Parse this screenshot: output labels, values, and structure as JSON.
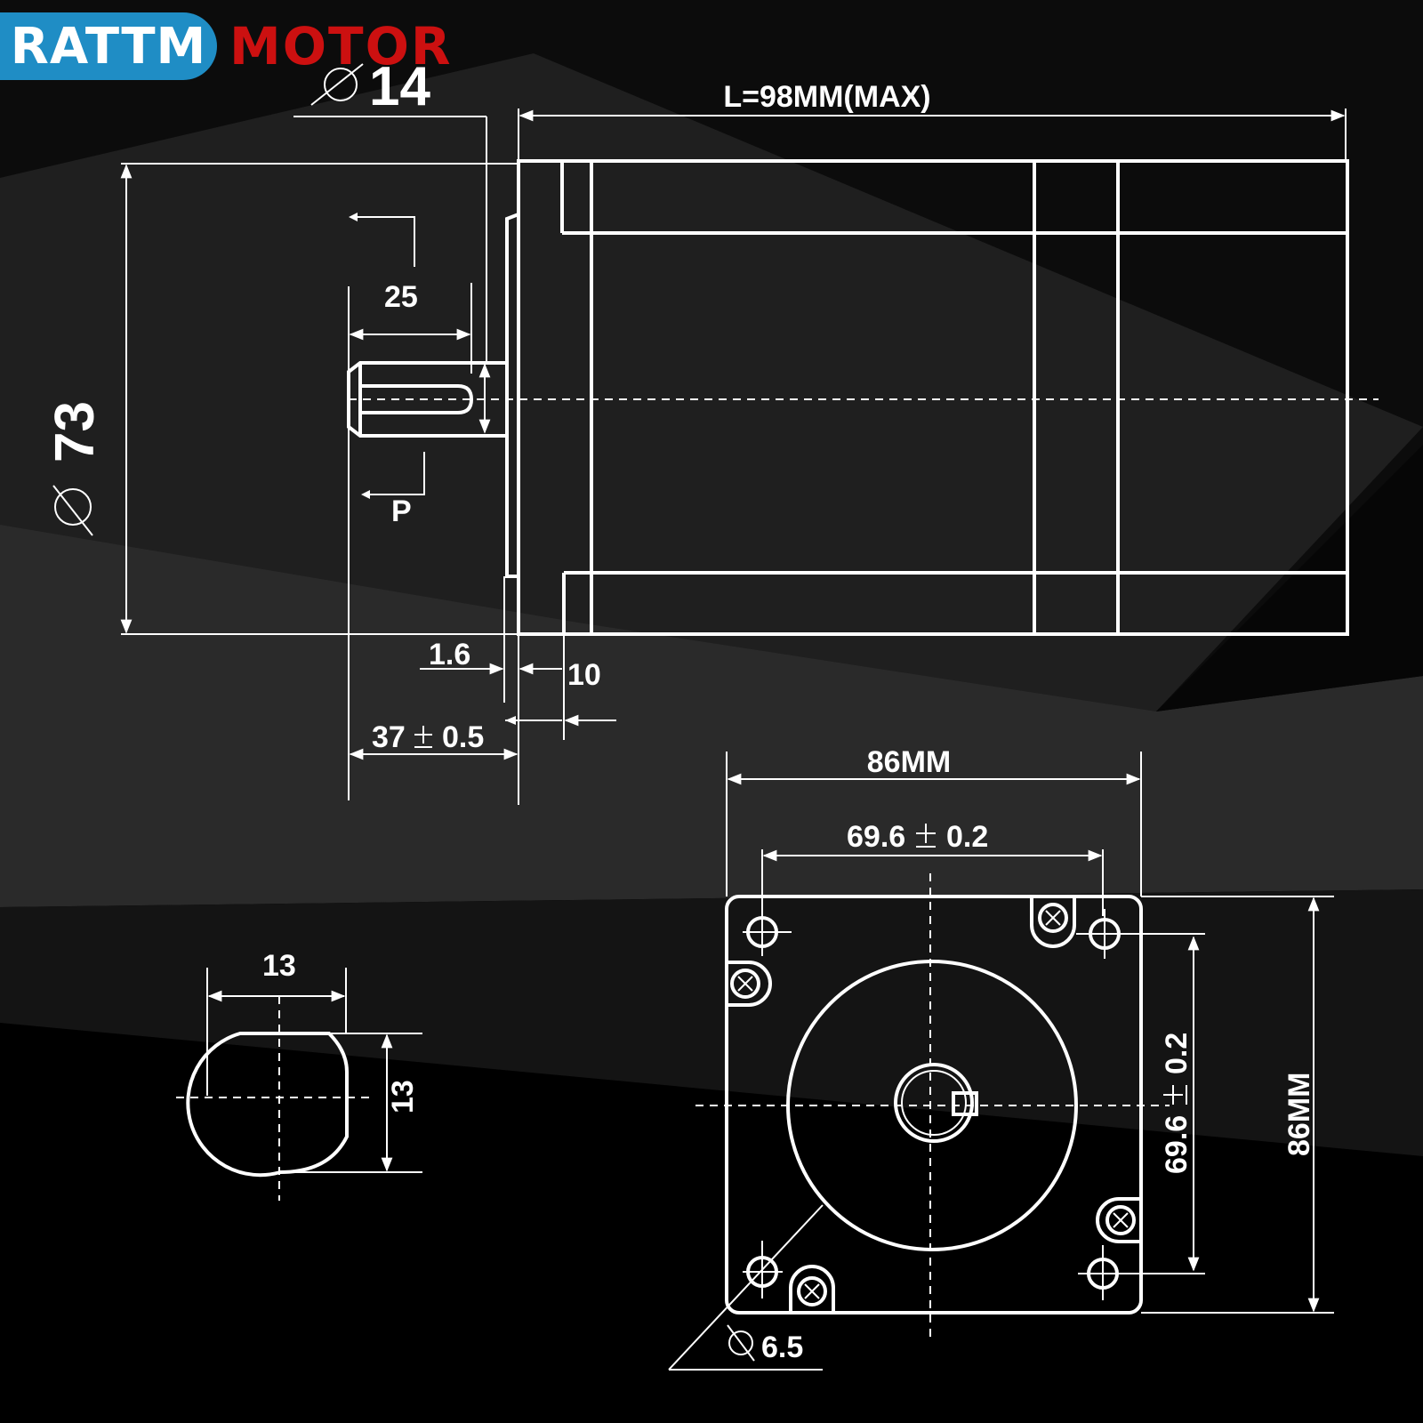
{
  "brand": {
    "name_primary": "RATTM",
    "name_secondary": "MOTOR",
    "primary_color": "#1f8dc5",
    "secondary_color": "#cc1010"
  },
  "dimensions": {
    "shaft_diameter": "14",
    "length": "L=98MM(MAX)",
    "flange_diameter": "73",
    "shaft_length": "25",
    "key_label": "P",
    "flange_thickness": "1.6",
    "boss_length": "10",
    "shaft_total": "37",
    "shaft_total_tol": "0.5",
    "shaft_section_width": "13",
    "shaft_section_height": "13",
    "frame_width": "86MM",
    "hole_spacing": "69.6",
    "hole_spacing_tol": "0.2",
    "hole_spacing_v": "69.6",
    "hole_spacing_v_tol": "0.2",
    "frame_height": "86MM",
    "hole_diameter": "6.5"
  }
}
